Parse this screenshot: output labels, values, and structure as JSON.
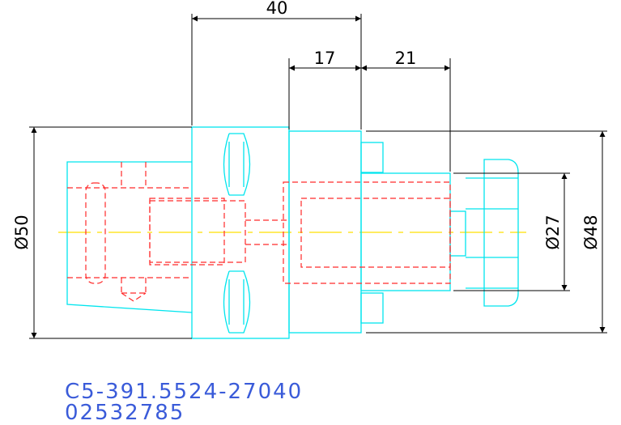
{
  "dimensions": {
    "overall_length": "40",
    "section_a": "17",
    "section_b": "21",
    "left_diameter": "Ø50",
    "bore_diameter": "Ø27",
    "right_diameter": "Ø48"
  },
  "part_codes": {
    "line1": "C5-391.5524-27040",
    "line2": "02532785"
  },
  "colors": {
    "outline": "#00e5ee",
    "hidden": "#ff2a2a",
    "centerline": "#ffe000",
    "dimension": "#000000",
    "text_blue": "#3a5bd9"
  }
}
